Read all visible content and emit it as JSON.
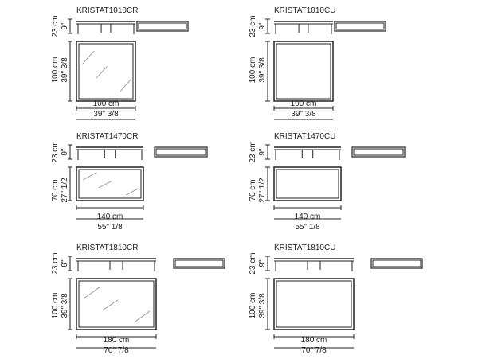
{
  "products": [
    {
      "code": "KRISTAT1010CR",
      "finish": "glass",
      "height": {
        "cm": "23 cm",
        "in": "9\""
      },
      "depth": {
        "cm": "100 cm",
        "in": "39\" 3/8"
      },
      "width": {
        "cm": "100 cm",
        "in": "39\" 3/8"
      }
    },
    {
      "code": "KRISTAT1010CU",
      "finish": "plain",
      "height": {
        "cm": "23 cm",
        "in": "9\""
      },
      "depth": {
        "cm": "100 cm",
        "in": "39\" 3/8"
      },
      "width": {
        "cm": "100 cm",
        "in": "39\" 3/8"
      }
    },
    {
      "code": "KRISTAT1470CR",
      "finish": "glass",
      "height": {
        "cm": "23 cm",
        "in": "9\""
      },
      "depth": {
        "cm": "70 cm",
        "in": "27\" 1/2"
      },
      "width": {
        "cm": "140 cm",
        "in": "55\" 1/8"
      }
    },
    {
      "code": "KRISTAT1470CU",
      "finish": "plain",
      "height": {
        "cm": "23 cm",
        "in": "9\""
      },
      "depth": {
        "cm": "70 cm",
        "in": "27\" 1/2"
      },
      "width": {
        "cm": "140 cm",
        "in": "55\" 1/8"
      }
    },
    {
      "code": "KRISTAT1810CR",
      "finish": "glass",
      "height": {
        "cm": "23 cm",
        "in": "9\""
      },
      "depth": {
        "cm": "100 cm",
        "in": "39\" 3/8"
      },
      "width": {
        "cm": "180 cm",
        "in": "70\" 7/8"
      }
    },
    {
      "code": "KRISTAT1810CU",
      "finish": "plain",
      "height": {
        "cm": "23 cm",
        "in": "9\""
      },
      "depth": {
        "cm": "100 cm",
        "in": "39\" 3/8"
      },
      "width": {
        "cm": "180 cm",
        "in": "70\" 7/8"
      }
    }
  ]
}
